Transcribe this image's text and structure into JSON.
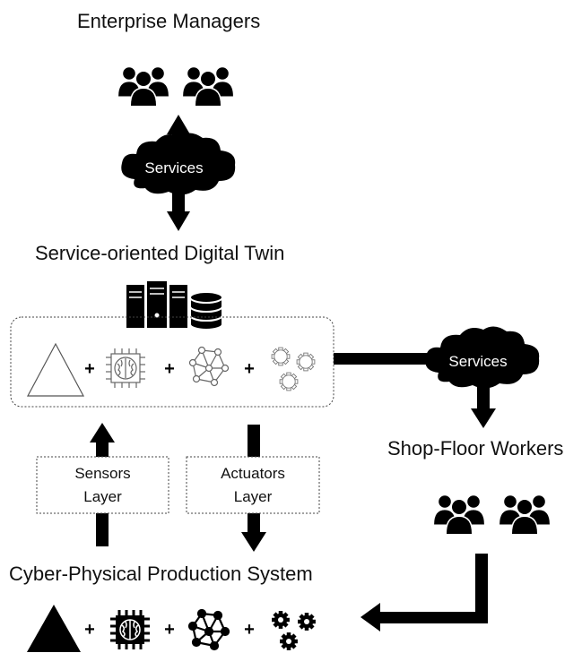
{
  "titles": {
    "enterprise_managers": "Enterprise Managers",
    "digital_twin": "Service-oriented Digital Twin",
    "shop_floor_workers": "Shop-Floor Workers",
    "cpps": "Cyber-Physical Production System"
  },
  "clouds": {
    "top_services": "Services",
    "right_services": "Services"
  },
  "layers": {
    "sensors": {
      "line1": "Sensors",
      "line2": "Layer"
    },
    "actuators": {
      "line1": "Actuators",
      "line2": "Layer"
    }
  },
  "plus_sign": "+",
  "icons": {
    "managers": [
      "people-group-icon",
      "people-group-icon"
    ],
    "workers": [
      "people-group-icon",
      "people-group-icon"
    ],
    "twin_storage": [
      "server-rack-icon",
      "database-icon"
    ],
    "twin_components": [
      "triangle-outline-icon",
      "brain-chip-outline-icon",
      "network-outline-icon",
      "gears-outline-icon"
    ],
    "physical_components": [
      "triangle-solid-icon",
      "brain-chip-solid-icon",
      "network-solid-icon",
      "gears-solid-icon"
    ]
  },
  "colors": {
    "ink": "#000000",
    "outline": "#555555",
    "background": "#ffffff"
  }
}
